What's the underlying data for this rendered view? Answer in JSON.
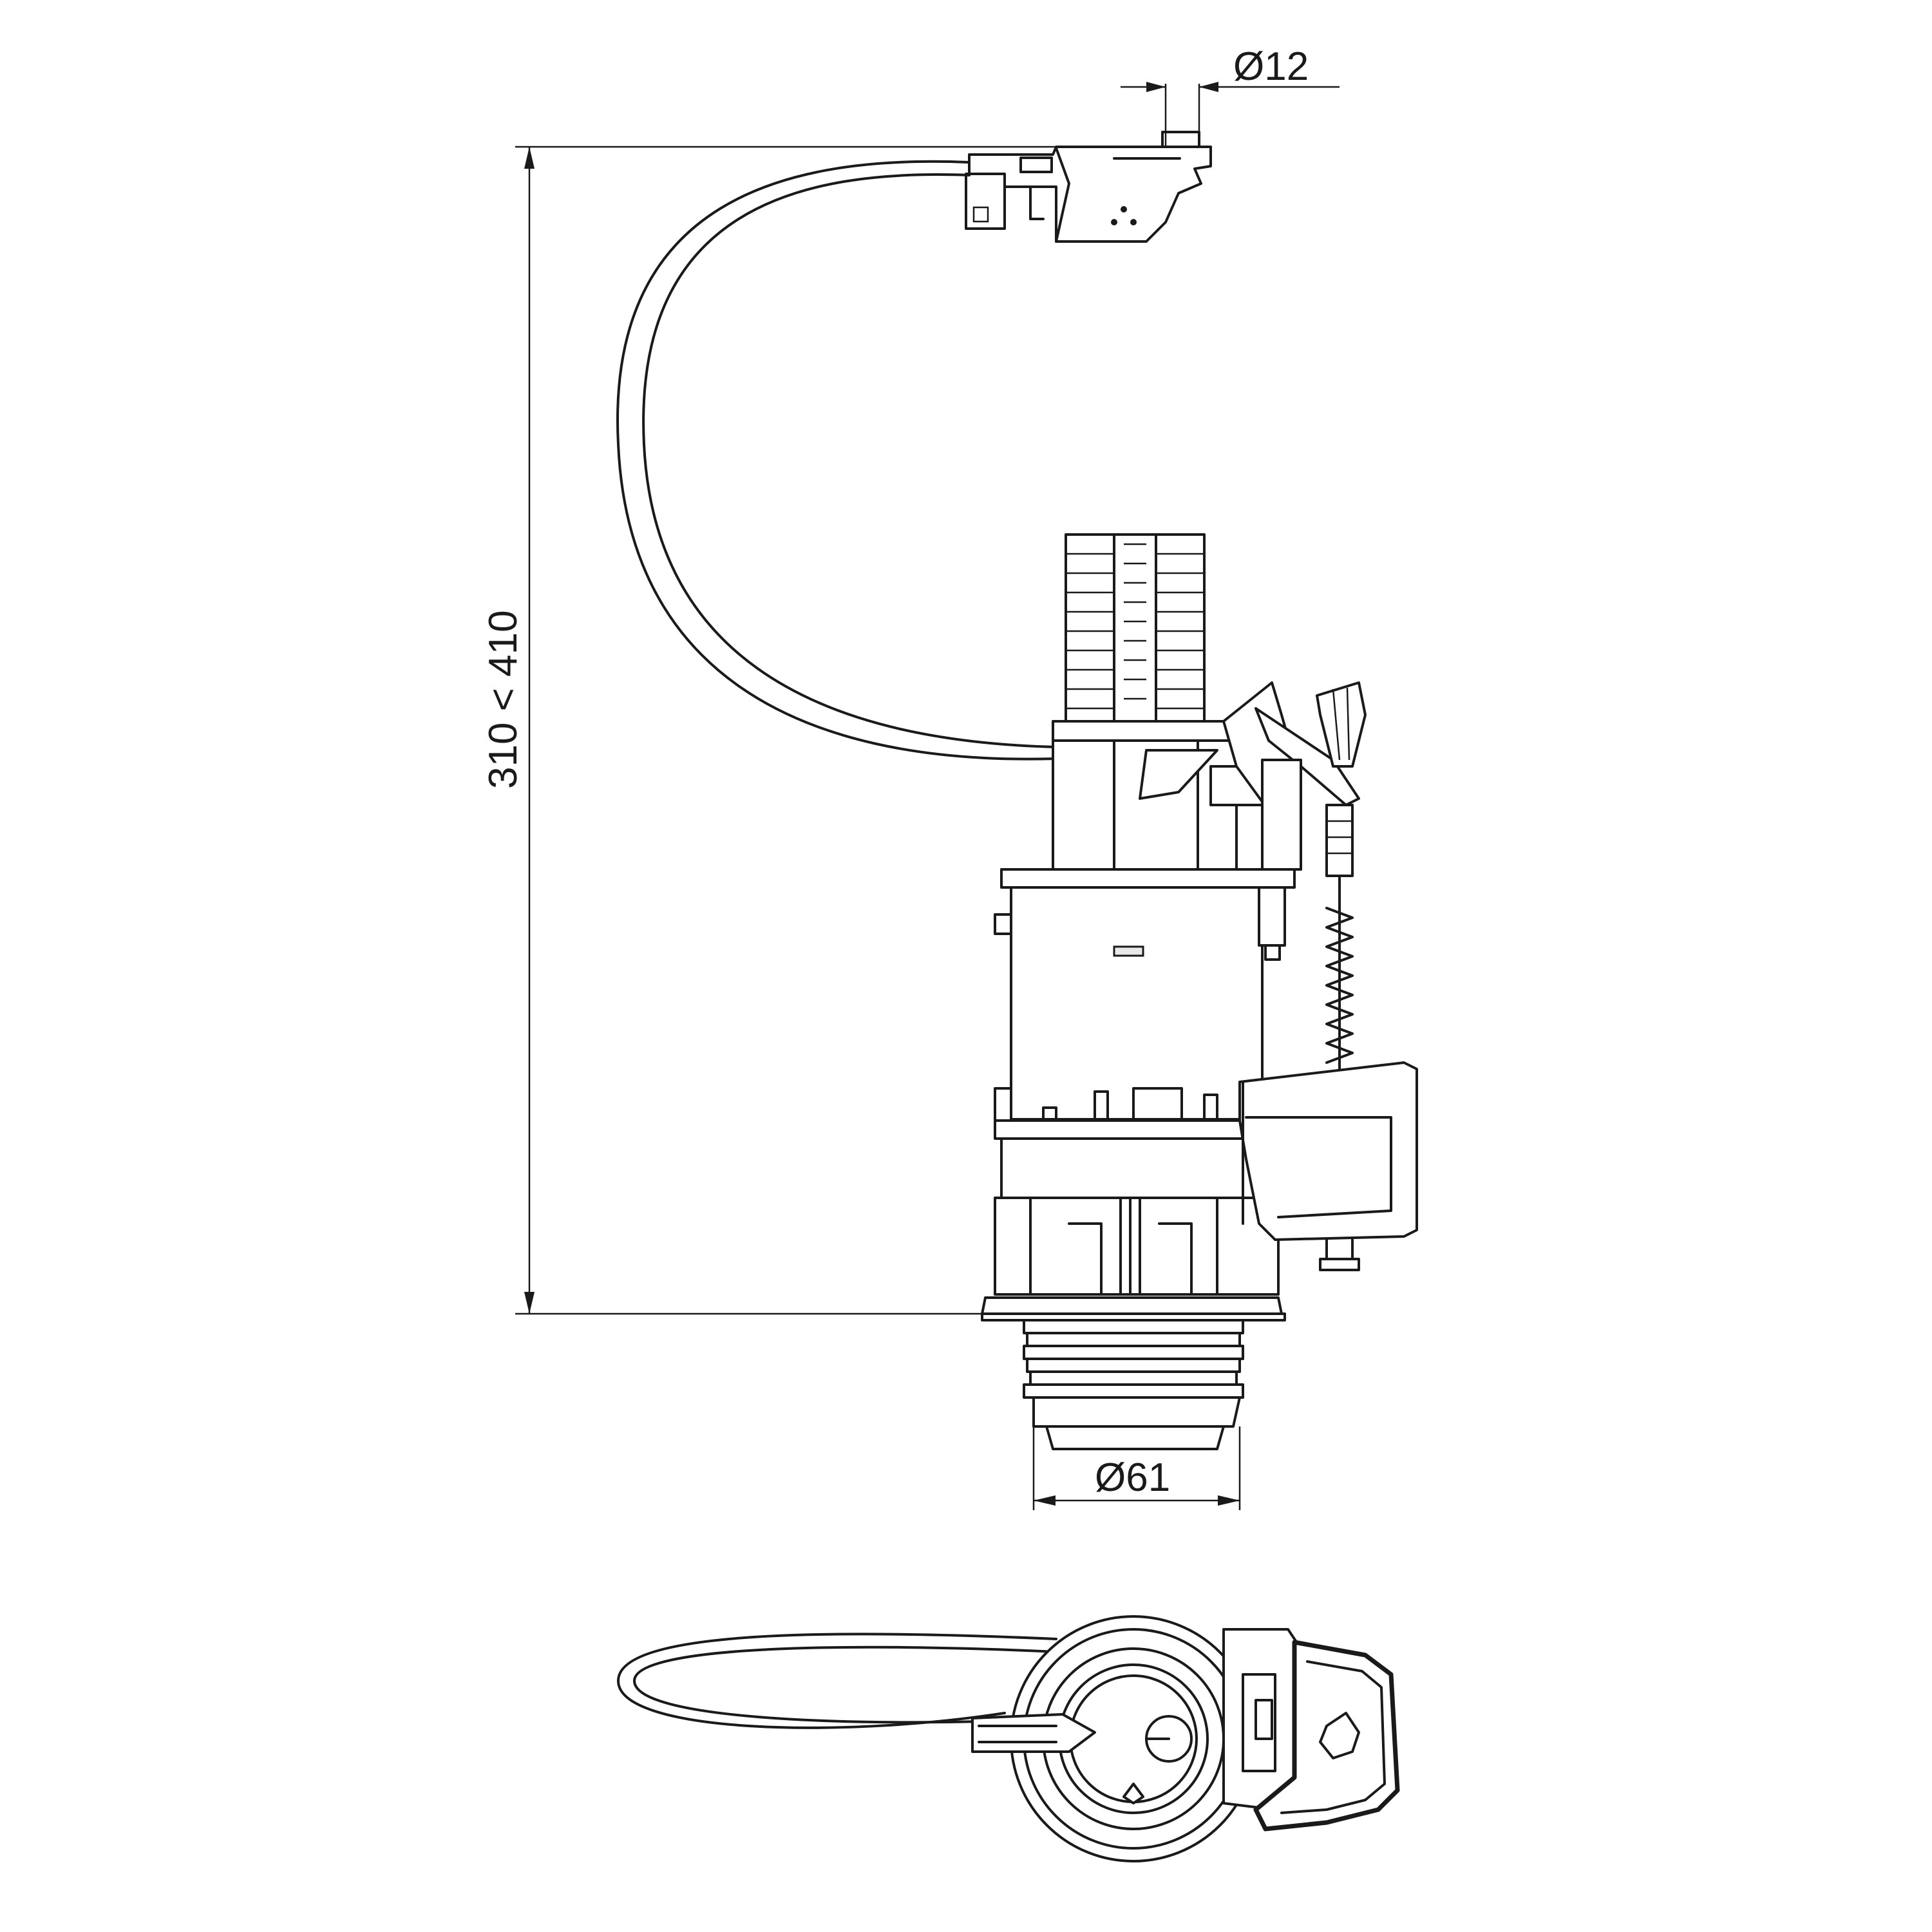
{
  "dimensions": {
    "pipe_diameter": "Ø12",
    "height_range": "310 < 410",
    "outlet_diameter": "Ø61"
  },
  "views": {
    "front": "front-view",
    "top": "top-view"
  }
}
